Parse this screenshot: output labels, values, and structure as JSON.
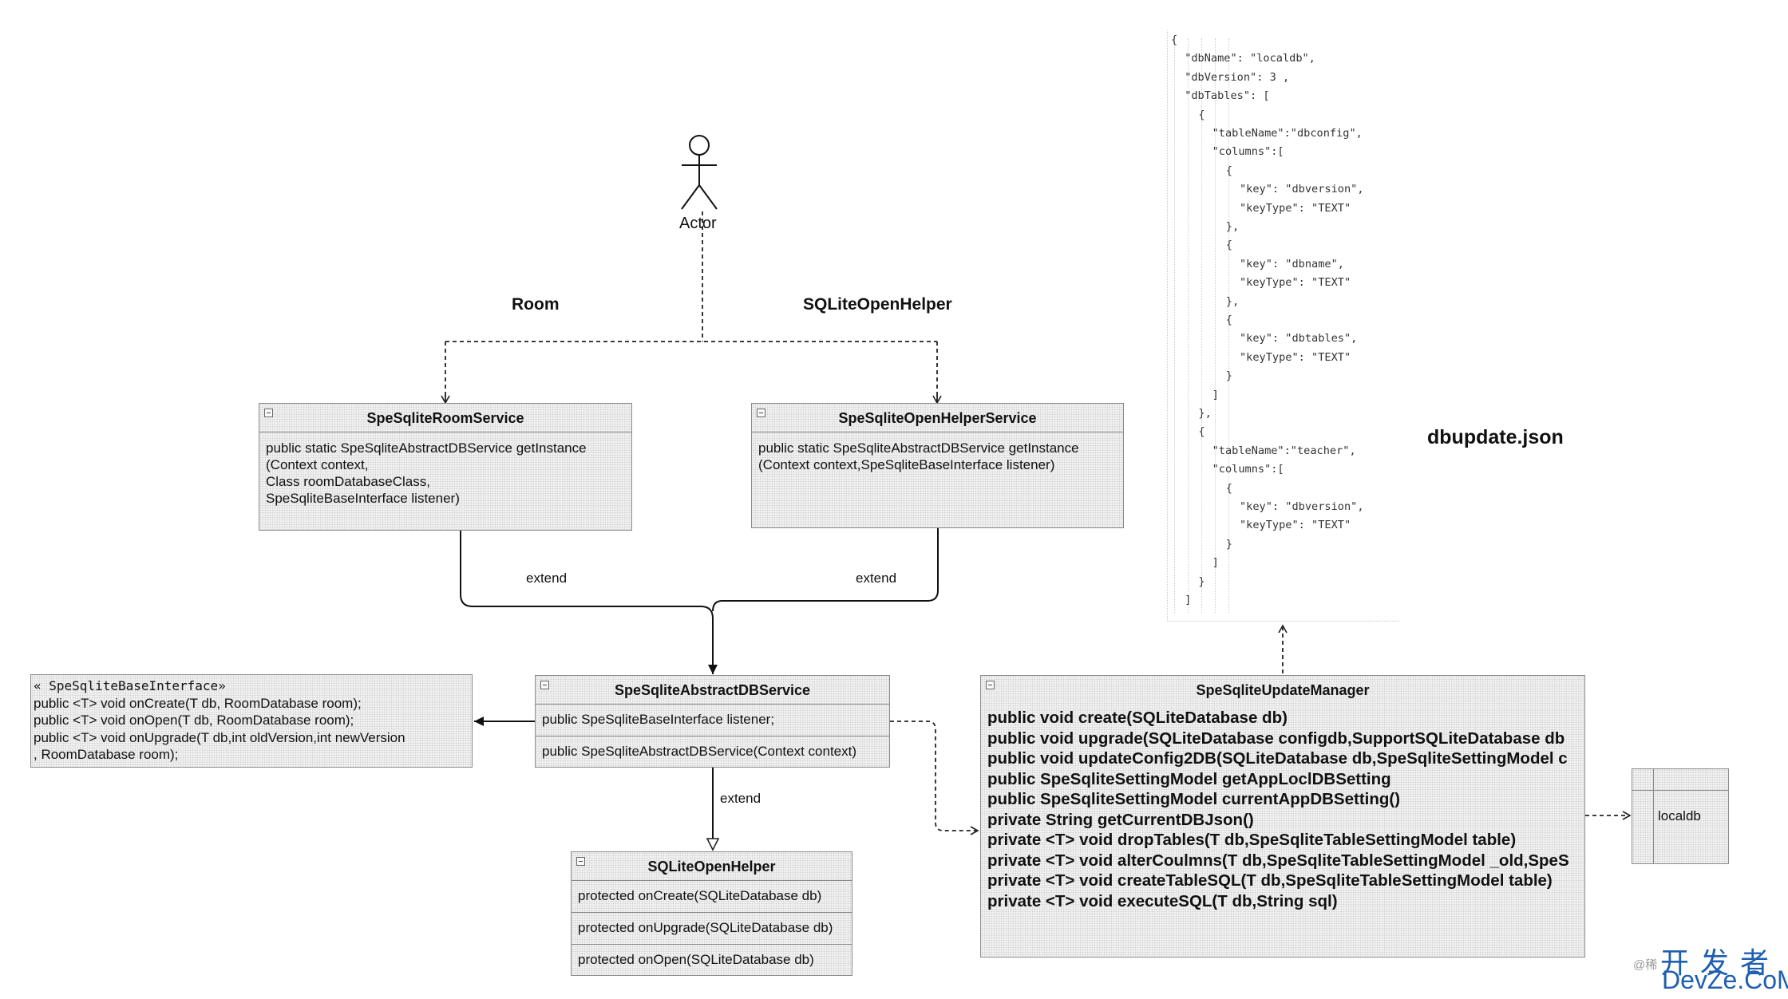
{
  "actor": {
    "label": "Actor"
  },
  "labels": {
    "room": "Room",
    "sqlite_open_helper": "SQLiteOpenHelper",
    "extend_left": "extend",
    "extend_right": "extend",
    "extend_bottom": "extend",
    "dbupdate": "dbupdate.json"
  },
  "room_service": {
    "title": "SpeSqliteRoomService",
    "lines": [
      "public  static SpeSqliteAbstractDBService getInstance",
      "(Context context,",
      "Class roomDatabaseClass,",
      "SpeSqliteBaseInterface listener)"
    ]
  },
  "helper_service": {
    "title": "SpeSqliteOpenHelperService",
    "lines": [
      "public  static SpeSqliteAbstractDBService getInstance",
      "(Context context,SpeSqliteBaseInterface listener)"
    ]
  },
  "base_interface": {
    "stereotype": "« SpeSqliteBaseInterface»",
    "lines": [
      "public <T> void onCreate(T db, RoomDatabase room);",
      "public <T> void onOpen(T db, RoomDatabase room);",
      "public <T> void onUpgrade(T db,int oldVersion,int newVersion",
      ", RoomDatabase room);"
    ]
  },
  "abstract_service": {
    "title": "SpeSqliteAbstractDBService",
    "field": "public SpeSqliteBaseInterface listener;",
    "constructor": "public SpeSqliteAbstractDBService(Context context)"
  },
  "open_helper": {
    "title": "SQLiteOpenHelper",
    "methods": [
      "protected onCreate(SQLiteDatabase db)",
      "protected onUpgrade(SQLiteDatabase db)",
      "protected onOpen(SQLiteDatabase db)"
    ]
  },
  "update_manager": {
    "title": "SpeSqliteUpdateManager",
    "lines": [
      "public void create(SQLiteDatabase db)",
      "public  void upgrade(SQLiteDatabase configdb,SupportSQLiteDatabase db",
      "public  void updateConfig2DB(SQLiteDatabase db,SpeSqliteSettingModel c",
      "public SpeSqliteSettingModel getAppLoclDBSetting",
      "public SpeSqliteSettingModel currentAppDBSetting()",
      "private String getCurrentDBJson()",
      "private <T> void dropTables(T db,SpeSqliteTableSettingModel table)",
      "private <T> void alterCoulmns(T db,SpeSqliteTableSettingModel _old,SpeS",
      "private <T> void createTableSQL(T db,SpeSqliteTableSettingModel table)",
      "private <T> void  executeSQL(T  db,String sql)"
    ]
  },
  "localdb": {
    "label": "localdb"
  },
  "json_lines": [
    {
      "text": "{",
      "indent": 0
    },
    {
      "text": "\"dbName\": \"localdb\",",
      "indent": 1
    },
    {
      "text": "\"dbVersion\": 3 ,",
      "indent": 1
    },
    {
      "text": "\"dbTables\": [",
      "indent": 1
    },
    {
      "text": "{",
      "indent": 2
    },
    {
      "text": "\"tableName\":\"dbconfig\",",
      "indent": 3
    },
    {
      "text": "\"columns\":[",
      "indent": 3
    },
    {
      "text": "{",
      "indent": 4
    },
    {
      "text": "\"key\": \"dbversion\",",
      "indent": 5
    },
    {
      "text": "\"keyType\": \"TEXT\"",
      "indent": 5
    },
    {
      "text": "},",
      "indent": 4
    },
    {
      "text": "{",
      "indent": 4
    },
    {
      "text": "\"key\": \"dbname\",",
      "indent": 5
    },
    {
      "text": "\"keyType\": \"TEXT\"",
      "indent": 5
    },
    {
      "text": "},",
      "indent": 4
    },
    {
      "text": "{",
      "indent": 4
    },
    {
      "text": "\"key\": \"dbtables\",",
      "indent": 5
    },
    {
      "text": "\"keyType\": \"TEXT\"",
      "indent": 5
    },
    {
      "text": "}",
      "indent": 4
    },
    {
      "text": "]",
      "indent": 3
    },
    {
      "text": "},",
      "indent": 2
    },
    {
      "text": "{",
      "indent": 2
    },
    {
      "text": "\"tableName\":\"teacher\",",
      "indent": 3
    },
    {
      "text": "\"columns\":[",
      "indent": 3
    },
    {
      "text": "{",
      "indent": 4
    },
    {
      "text": "\"key\": \"dbversion\",",
      "indent": 5
    },
    {
      "text": "\"keyType\": \"TEXT\"",
      "indent": 5
    },
    {
      "text": "}",
      "indent": 4
    },
    {
      "text": "]",
      "indent": 3
    },
    {
      "text": "}",
      "indent": 2
    },
    {
      "text": "]",
      "indent": 1
    }
  ],
  "watermark": {
    "prefix": "@稀",
    "line1": "开发者",
    "line2": "DevZe.CoM"
  }
}
